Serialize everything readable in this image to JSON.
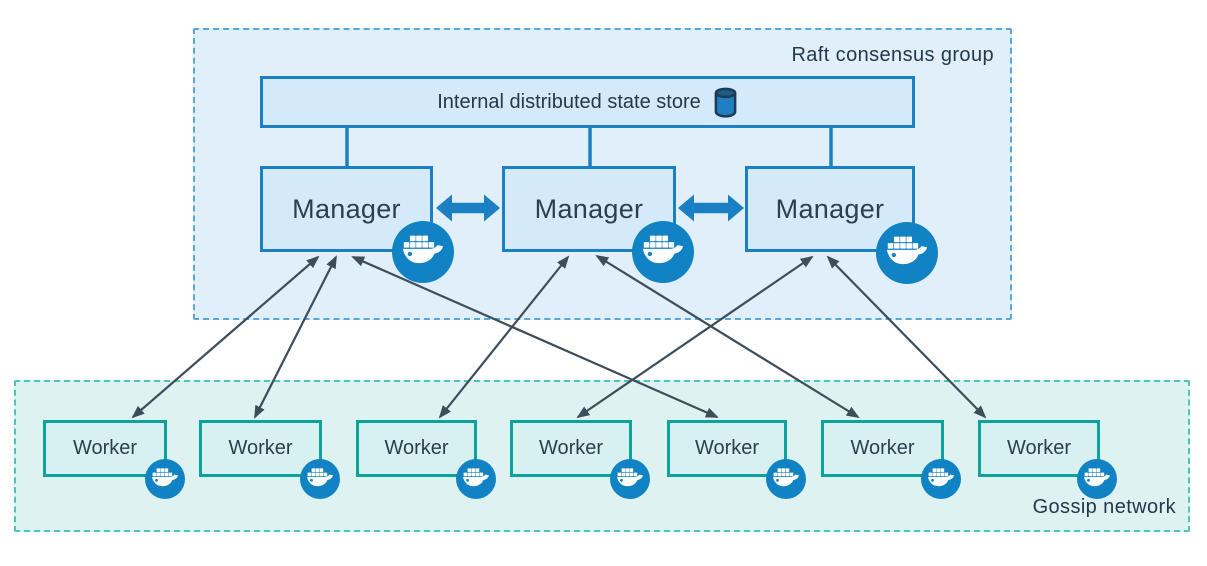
{
  "raft_group": {
    "label": "Raft consensus group"
  },
  "state_store": {
    "label": "Internal distributed state store"
  },
  "managers": [
    {
      "id": "manager-1",
      "label": "Manager"
    },
    {
      "id": "manager-2",
      "label": "Manager"
    },
    {
      "id": "manager-3",
      "label": "Manager"
    }
  ],
  "workers": [
    {
      "id": "worker-1",
      "label": "Worker"
    },
    {
      "id": "worker-2",
      "label": "Worker"
    },
    {
      "id": "worker-3",
      "label": "Worker"
    },
    {
      "id": "worker-4",
      "label": "Worker"
    },
    {
      "id": "worker-5",
      "label": "Worker"
    },
    {
      "id": "worker-6",
      "label": "Worker"
    },
    {
      "id": "worker-7",
      "label": "Worker"
    }
  ],
  "gossip_network": {
    "label": "Gossip network"
  },
  "icons": {
    "docker": "docker-whale-icon",
    "database": "database-cylinder-icon"
  },
  "connections": {
    "store_to_managers": [
      "manager-1",
      "manager-2",
      "manager-3"
    ],
    "manager_peer_links": [
      [
        "manager-1",
        "manager-2"
      ],
      [
        "manager-2",
        "manager-3"
      ]
    ],
    "manager_worker_links": [
      [
        "manager-1",
        "worker-1"
      ],
      [
        "manager-1",
        "worker-2"
      ],
      [
        "manager-1",
        "worker-5"
      ],
      [
        "manager-2",
        "worker-3"
      ],
      [
        "manager-2",
        "worker-6"
      ],
      [
        "manager-3",
        "worker-4"
      ],
      [
        "manager-3",
        "worker-7"
      ]
    ]
  },
  "colors": {
    "blue_accent": "#1b7fc4",
    "blue_fill": "#d4eafa",
    "raft_fill": "#e1effb",
    "raft_dash": "#58a7dc",
    "teal_accent": "#0da39b",
    "teal_fill": "#d6f1ef",
    "gossip_fill": "#def3f1",
    "gossip_dash": "#4cc5bd",
    "docker_blue": "#1182c4",
    "arrow_dark": "#3d4d5a",
    "text_dark": "#22384c"
  }
}
